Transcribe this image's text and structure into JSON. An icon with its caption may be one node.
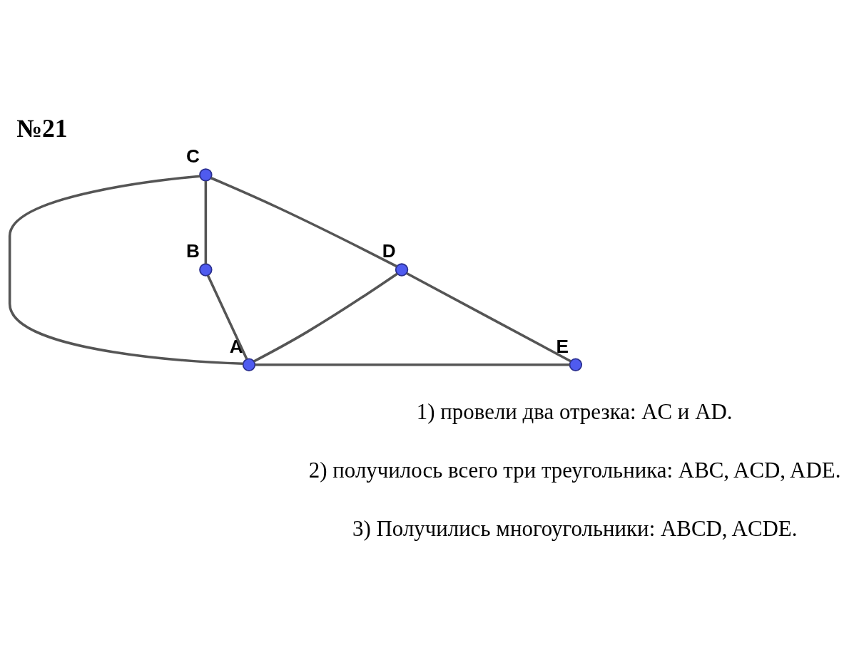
{
  "diagram": {
    "title": "№21",
    "nodes": [
      {
        "text": [],
        "shape": "circle",
        "beside": [
          "C"
        ]
      },
      {
        "text": [],
        "shape": "circle",
        "beside": [
          "B"
        ]
      },
      {
        "text": [],
        "shape": "circle",
        "beside": [
          "D"
        ]
      },
      {
        "text": [],
        "shape": "circle",
        "beside": [
          "A"
        ]
      },
      {
        "text": [],
        "shape": "circle",
        "beside": [
          "E"
        ]
      }
    ],
    "edges": [
      {
        "from": 0,
        "to": 1,
        "arrow": "none"
      },
      {
        "from": 0,
        "to": 2,
        "arrow": "none"
      },
      {
        "from": 0,
        "to": 3,
        "arrow": "none"
      },
      {
        "from": 1,
        "to": 3,
        "arrow": "none"
      },
      {
        "from": 2,
        "to": 3,
        "arrow": "none"
      },
      {
        "from": 2,
        "to": 4,
        "arrow": "none"
      },
      {
        "from": 3,
        "to": 4,
        "arrow": "none"
      }
    ],
    "labels": [
      "1) провели два отрезка: AC и AD.",
      "2) получилось всего три треугольника: ABC, ACD, ADE.",
      "3) Получились многоугольники: ABCD, ACDE."
    ]
  }
}
